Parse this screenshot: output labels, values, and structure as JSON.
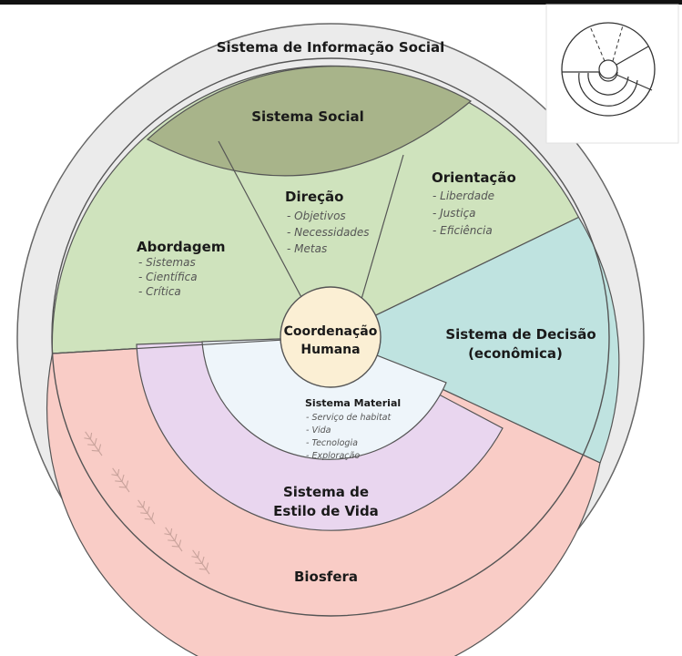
{
  "diagram": {
    "outer_ring": {
      "label": "Sistema de Informação Social"
    },
    "social": {
      "label": "Sistema Social"
    },
    "abordagem": {
      "title": "Abordagem",
      "items": [
        "- Sistemas",
        "- Científica",
        "- Crítica"
      ]
    },
    "direcao": {
      "title": "Direção",
      "items": [
        "- Objetivos",
        "- Necessidades",
        "- Metas"
      ]
    },
    "orientacao": {
      "title": "Orientação",
      "items": [
        "- Liberdade",
        "- Justiça",
        "- Eficiência"
      ]
    },
    "decisao": {
      "line1": "Sistema de Decisão",
      "line2": "(econômica)"
    },
    "center": {
      "line1": "Coordenação",
      "line2": "Humana"
    },
    "material": {
      "title": "Sistema Material",
      "items": [
        "- Serviço de habitat",
        "- Vida",
        "- Tecnologia",
        "- Exploração"
      ]
    },
    "estilo": {
      "line1": "Sistema de",
      "line2": "Estilo de Vida"
    },
    "biosfera": {
      "label": "Biosfera"
    }
  },
  "colors": {
    "outer_ring": "#ebebeb",
    "green": "#cfe3bd",
    "olive": "#a8b48a",
    "teal": "#bfe3e0",
    "pink": "#f9ccc6",
    "lavender": "#e9d6ef",
    "light_blue": "#eef5fa",
    "center": "#fbefd4",
    "outline": "#555555"
  }
}
